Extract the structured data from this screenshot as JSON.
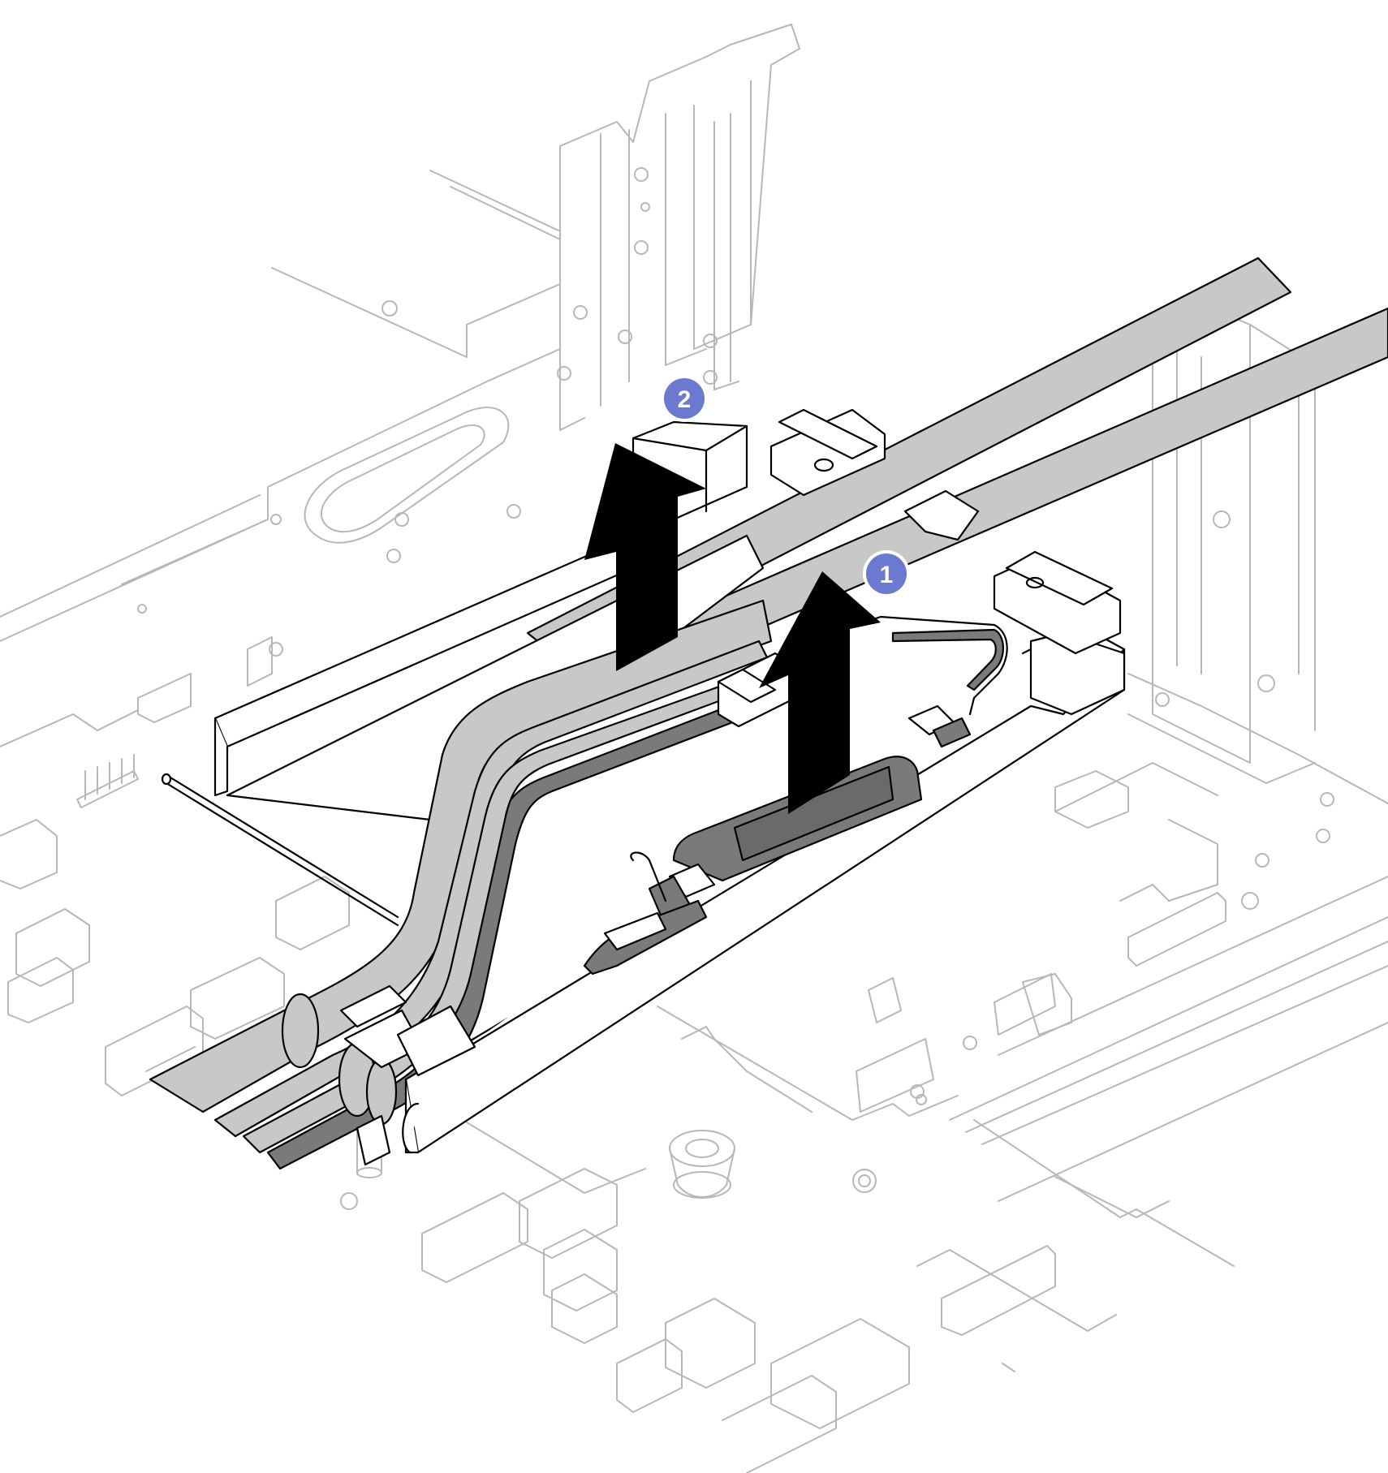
{
  "callouts": [
    {
      "id": "callout-1",
      "label": "1"
    },
    {
      "id": "callout-2",
      "label": "2"
    }
  ],
  "colors": {
    "callout_fill": "#6c79d0",
    "arrow_fill": "#000000",
    "hose_fill": "#c8c8c8",
    "background_lines": "#b7b7b7"
  },
  "arrows": [
    {
      "id": "arrow-1",
      "direction": "up"
    },
    {
      "id": "arrow-2",
      "direction": "up"
    }
  ]
}
